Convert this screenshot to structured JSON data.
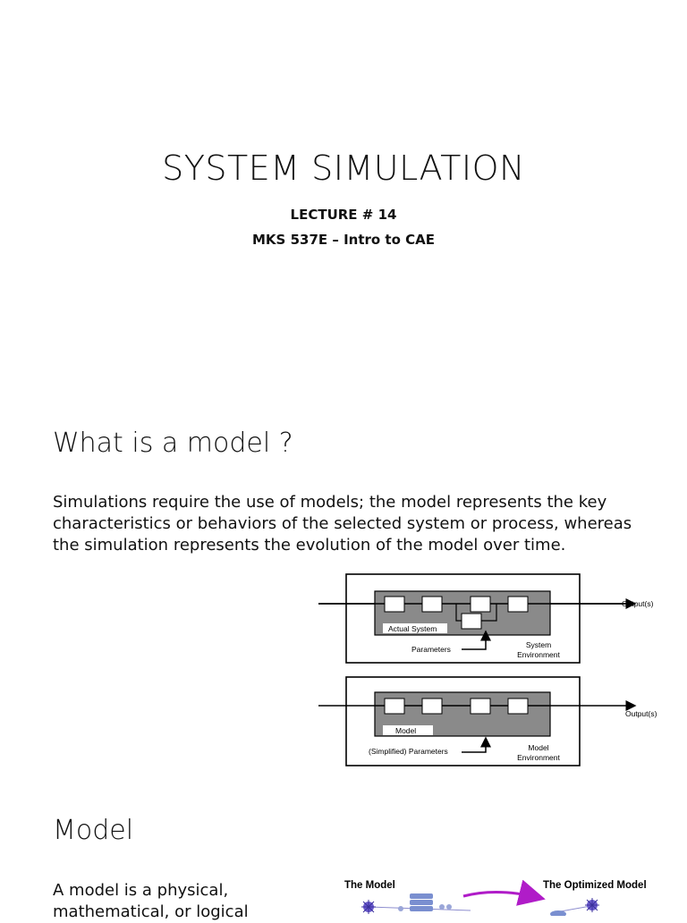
{
  "slide1": {
    "title": "SYSTEM SIMULATION",
    "lecture": "LECTURE # 14",
    "course": "MKS 537E – Intro to CAE"
  },
  "slide2": {
    "heading": "What is a model ?",
    "body_lines": [
      "Simulations require the use of models; the model represents the key",
      "characteristics or behaviors of the selected system or process, whereas",
      "the simulation represents the evolution of the model over time."
    ],
    "diagram": {
      "top_box_label": "Actual System",
      "top_params": "Parameters",
      "top_env_line1": "System",
      "top_env_line2": "Environment",
      "top_output": "Output(s)",
      "bottom_box_label": "Model",
      "bottom_params": "(Simplified) Parameters",
      "bottom_env_line1": "Model",
      "bottom_env_line2": "Environment",
      "bottom_output": "Output(s)"
    }
  },
  "slide3": {
    "heading": "Model",
    "body_lines": [
      "A model is a physical,",
      "mathematical, or logical"
    ],
    "figure": {
      "left_label": "The Model",
      "right_label": "The Optimized Model"
    }
  }
}
